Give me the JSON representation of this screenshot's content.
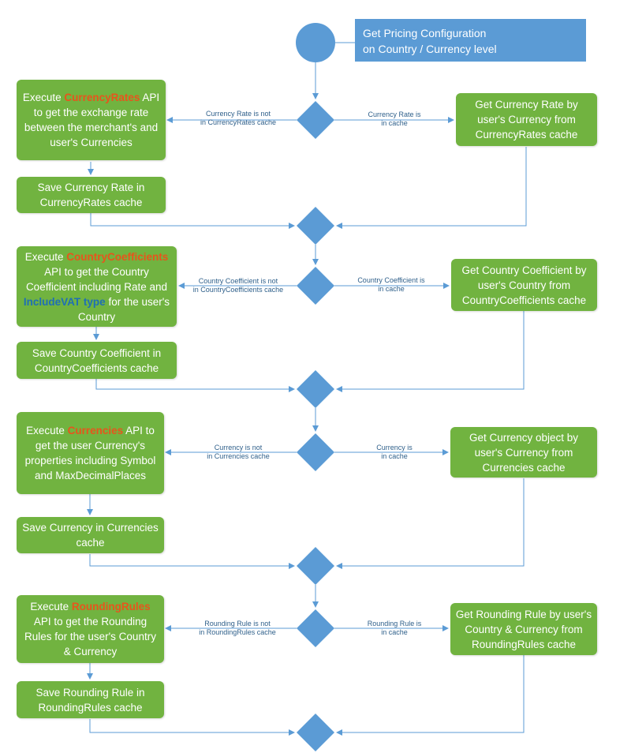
{
  "start_note": {
    "line1": "Get Pricing Configuration",
    "line2": "on Country / Currency level"
  },
  "colors": {
    "process_fill": "#71b340",
    "decision_fill": "#5b9bd5",
    "note_fill": "#5b9bd5",
    "connector": "#5b9bd5",
    "highlight_api": "#e8541c",
    "highlight_type": "#1f6fb5"
  },
  "sections": [
    {
      "execute_pre": "Execute ",
      "execute_api": "CurrencyRates",
      "execute_post": " API to get the exchange rate between the merchant's and user's Currencies",
      "save": "Save Currency Rate in CurrencyRates cache",
      "get": "Get Currency Rate by user's Currency from CurrencyRates cache",
      "not_in_cache_line1": "Currency Rate is not",
      "not_in_cache_line2": "in CurrencyRates cache",
      "in_cache_line1": "Currency Rate is",
      "in_cache_line2": "in cache"
    },
    {
      "execute_pre": "Execute ",
      "execute_api": "CountryCoefficients",
      "execute_mid": " API to get the Country Coefficient including Rate and ",
      "execute_type": "IncludeVAT type",
      "execute_post": " for the user's Country",
      "save": "Save Country Coefficient in CountryCoefficients cache",
      "get": "Get Country Coefficient by user's Country from CountryCoefficients cache",
      "not_in_cache_line1": "Country Coefficient is not",
      "not_in_cache_line2": "in CountryCoefficients cache",
      "in_cache_line1": "Country Coefficient is",
      "in_cache_line2": "in cache"
    },
    {
      "execute_pre": "Execute ",
      "execute_api": "Currencies",
      "execute_post": " API to get the user Currency's properties including Symbol and MaxDecimalPlaces",
      "save": "Save Currency in Currencies cache",
      "get": "Get Currency object by user's Currency from Currencies cache",
      "not_in_cache_line1": "Currency is not",
      "not_in_cache_line2": "in Currencies cache",
      "in_cache_line1": "Currency is",
      "in_cache_line2": "in cache"
    },
    {
      "execute_pre": "Execute ",
      "execute_api": "RoundingRules",
      "execute_post": " API to get the Rounding Rules for the user's Country & Currency",
      "save": "Save Rounding Rule in RoundingRules cache",
      "get": "Get Rounding Rule by user's Country & Currency from RoundingRules cache",
      "not_in_cache_line1": "Rounding Rule is not",
      "not_in_cache_line2": "in RoundingRules cache",
      "in_cache_line1": "Rounding Rule is",
      "in_cache_line2": "in cache"
    }
  ]
}
